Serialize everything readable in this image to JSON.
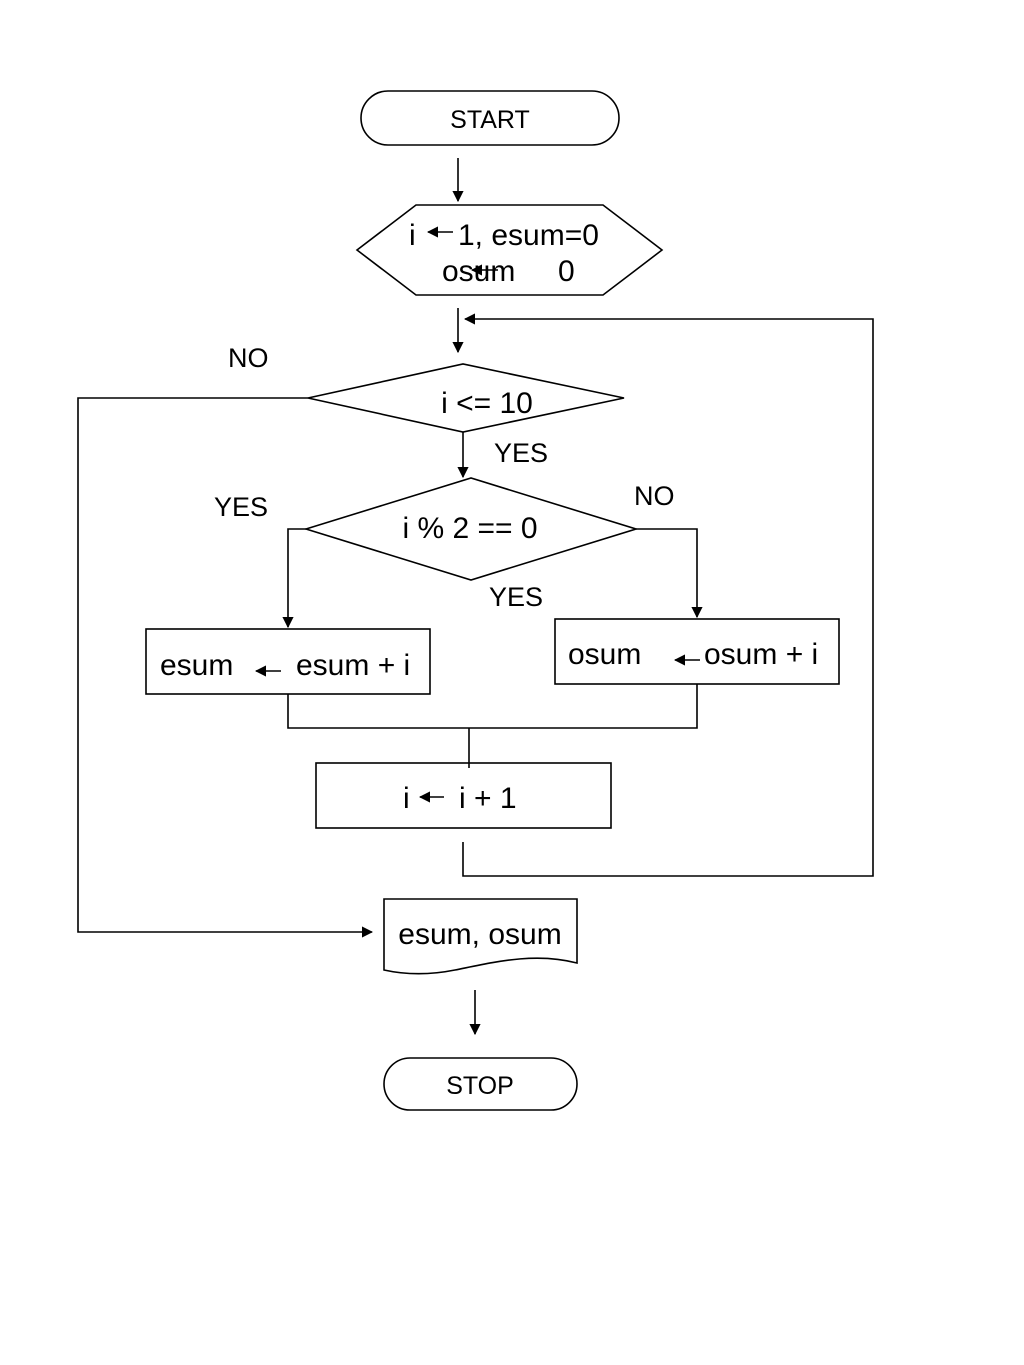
{
  "flowchart": {
    "start": "START",
    "init": {
      "line1": "1, esum=0",
      "osum_var": "osum",
      "osum_val": "0",
      "i_var": "i"
    },
    "loop_condition": "i <= 10",
    "loop_no_label": "NO",
    "loop_yes_label": "YES",
    "even_condition": "i % 2 == 0",
    "even_yes_label": "YES",
    "even_no_label": "NO",
    "even_below_label": "YES",
    "esum_update": {
      "target": "esum",
      "expr": "esum + i"
    },
    "osum_update": {
      "target": "osum",
      "expr": "osum + i"
    },
    "increment": {
      "target": "i",
      "expr": "i + 1"
    },
    "output": "esum, osum",
    "stop": "STOP"
  }
}
